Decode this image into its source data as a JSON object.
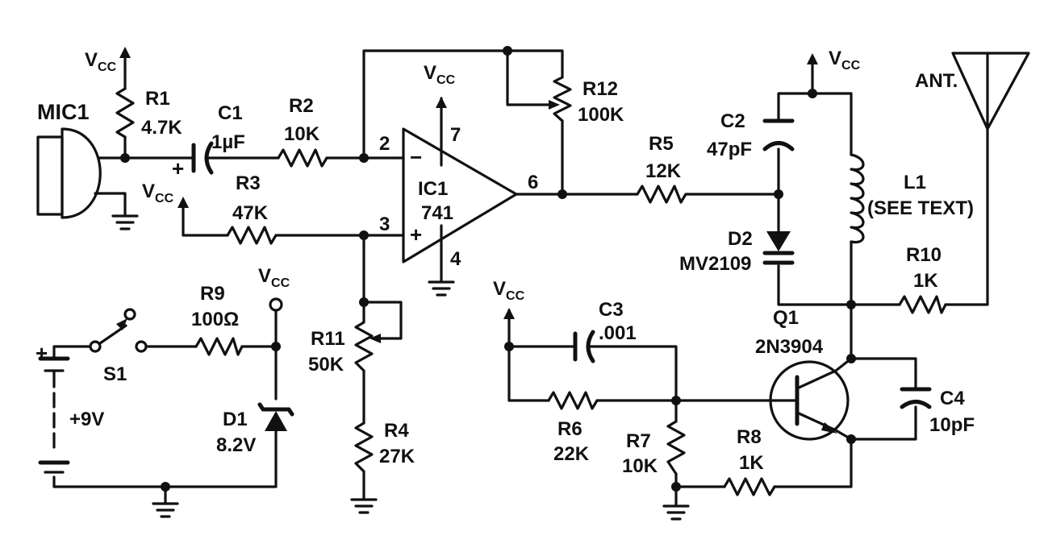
{
  "labels": {
    "vcc_main": "V",
    "vcc_sub": "CC",
    "mic1": "MIC1",
    "r1_name": "R1",
    "r1_value": "4.7K",
    "c1_name": "C1",
    "c1_value": "1µF",
    "r2_name": "R2",
    "r2_value": "10K",
    "r3_name": "R3",
    "r3_value": "47K",
    "ic1_name": "IC1",
    "ic1_value": "741",
    "pin2": "2",
    "pin3": "3",
    "pin4": "4",
    "pin6": "6",
    "pin7": "7",
    "r12_name": "R12",
    "r12_value": "100K",
    "r5_name": "R5",
    "r5_value": "12K",
    "c2_name": "C2",
    "c2_value": "47pF",
    "d2_name": "D2",
    "d2_value": "MV2109",
    "l1_name": "L1",
    "l1_value": "(SEE TEXT)",
    "ant": "ANT.",
    "r10_name": "R10",
    "r10_value": "1K",
    "q1_name": "Q1",
    "q1_value": "2N3904",
    "c3_name": "C3",
    "c3_value": ".001",
    "c4_name": "C4",
    "c4_value": "10pF",
    "r6_name": "R6",
    "r6_value": "22K",
    "r7_name": "R7",
    "r7_value": "10K",
    "r8_name": "R8",
    "r8_value": "1K",
    "r9_name": "R9",
    "r9_value": "100Ω",
    "s1_name": "S1",
    "battery_value": "+9V",
    "d1_name": "D1",
    "d1_value": "8.2V",
    "r11_name": "R11",
    "r11_value": "50K",
    "r4_name": "R4",
    "r4_value": "27K",
    "plus": "+",
    "minus": "−"
  }
}
